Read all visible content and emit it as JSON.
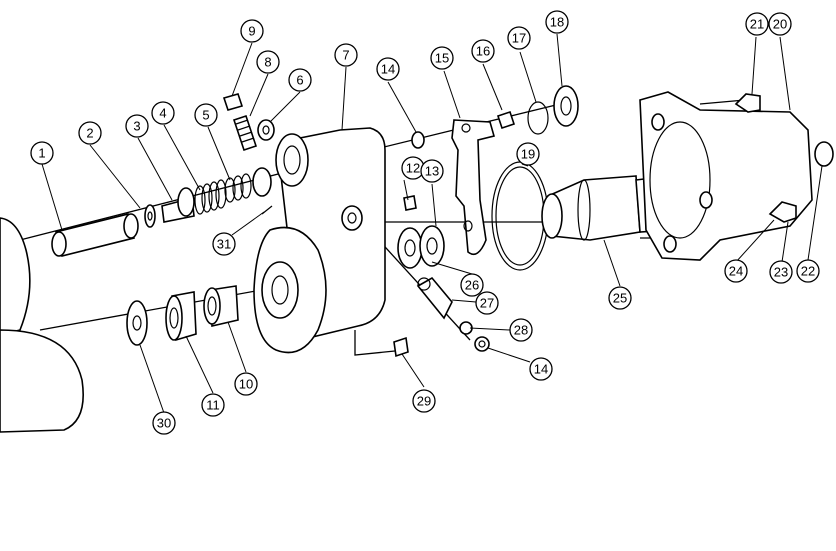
{
  "diagram": {
    "type": "exploded-parts-view",
    "colors": {
      "line": "#000000",
      "background": "#ffffff"
    },
    "callouts": [
      {
        "label": "1"
      },
      {
        "label": "2"
      },
      {
        "label": "3"
      },
      {
        "label": "4"
      },
      {
        "label": "5"
      },
      {
        "label": "6"
      },
      {
        "label": "7"
      },
      {
        "label": "8"
      },
      {
        "label": "9"
      },
      {
        "label": "10"
      },
      {
        "label": "11"
      },
      {
        "label": "12"
      },
      {
        "label": "13"
      },
      {
        "label": "14"
      },
      {
        "label": "15"
      },
      {
        "label": "16"
      },
      {
        "label": "17"
      },
      {
        "label": "18"
      },
      {
        "label": "19"
      },
      {
        "label": "20"
      },
      {
        "label": "21"
      },
      {
        "label": "22"
      },
      {
        "label": "23"
      },
      {
        "label": "24"
      },
      {
        "label": "25"
      },
      {
        "label": "26"
      },
      {
        "label": "27"
      },
      {
        "label": "28"
      },
      {
        "label": "14"
      },
      {
        "label": "29"
      },
      {
        "label": "30"
      },
      {
        "label": "31"
      }
    ]
  }
}
